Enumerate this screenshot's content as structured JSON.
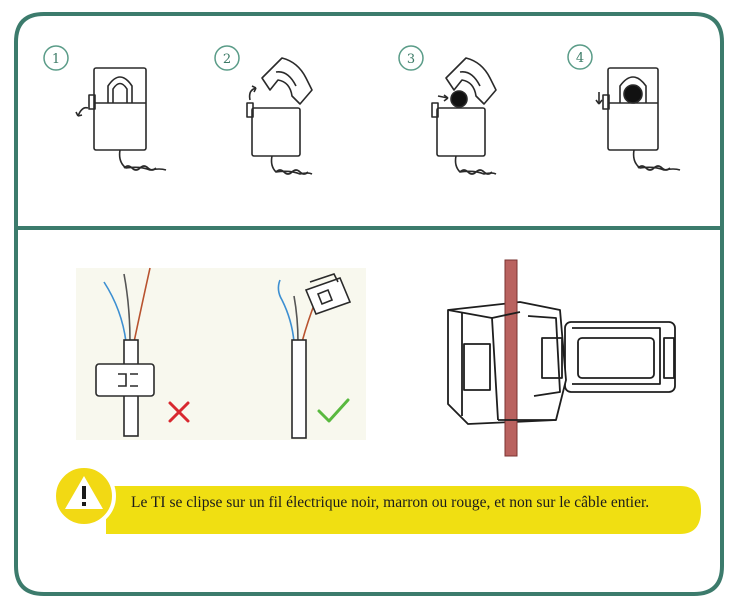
{
  "steps": [
    {
      "number": "1"
    },
    {
      "number": "2"
    },
    {
      "number": "3"
    },
    {
      "number": "4"
    }
  ],
  "colors": {
    "frame": "#3c7b6c",
    "step_circle": "#5a9c88",
    "wrong_mark": "#d8282f",
    "right_mark": "#59b93f",
    "wire_red": "#b8544f",
    "warning_banner": "#f0df12",
    "warning_icon": "#f2d914",
    "wire_blue": "#3d8fd1",
    "wire_brown": "#b8532f"
  },
  "icons": [
    "warning-triangle-icon",
    "cross-icon",
    "check-icon"
  ],
  "warning": {
    "text": "Le TI se clipse sur un fil électrique noir, marron ou rouge, et non sur le câble entier."
  }
}
